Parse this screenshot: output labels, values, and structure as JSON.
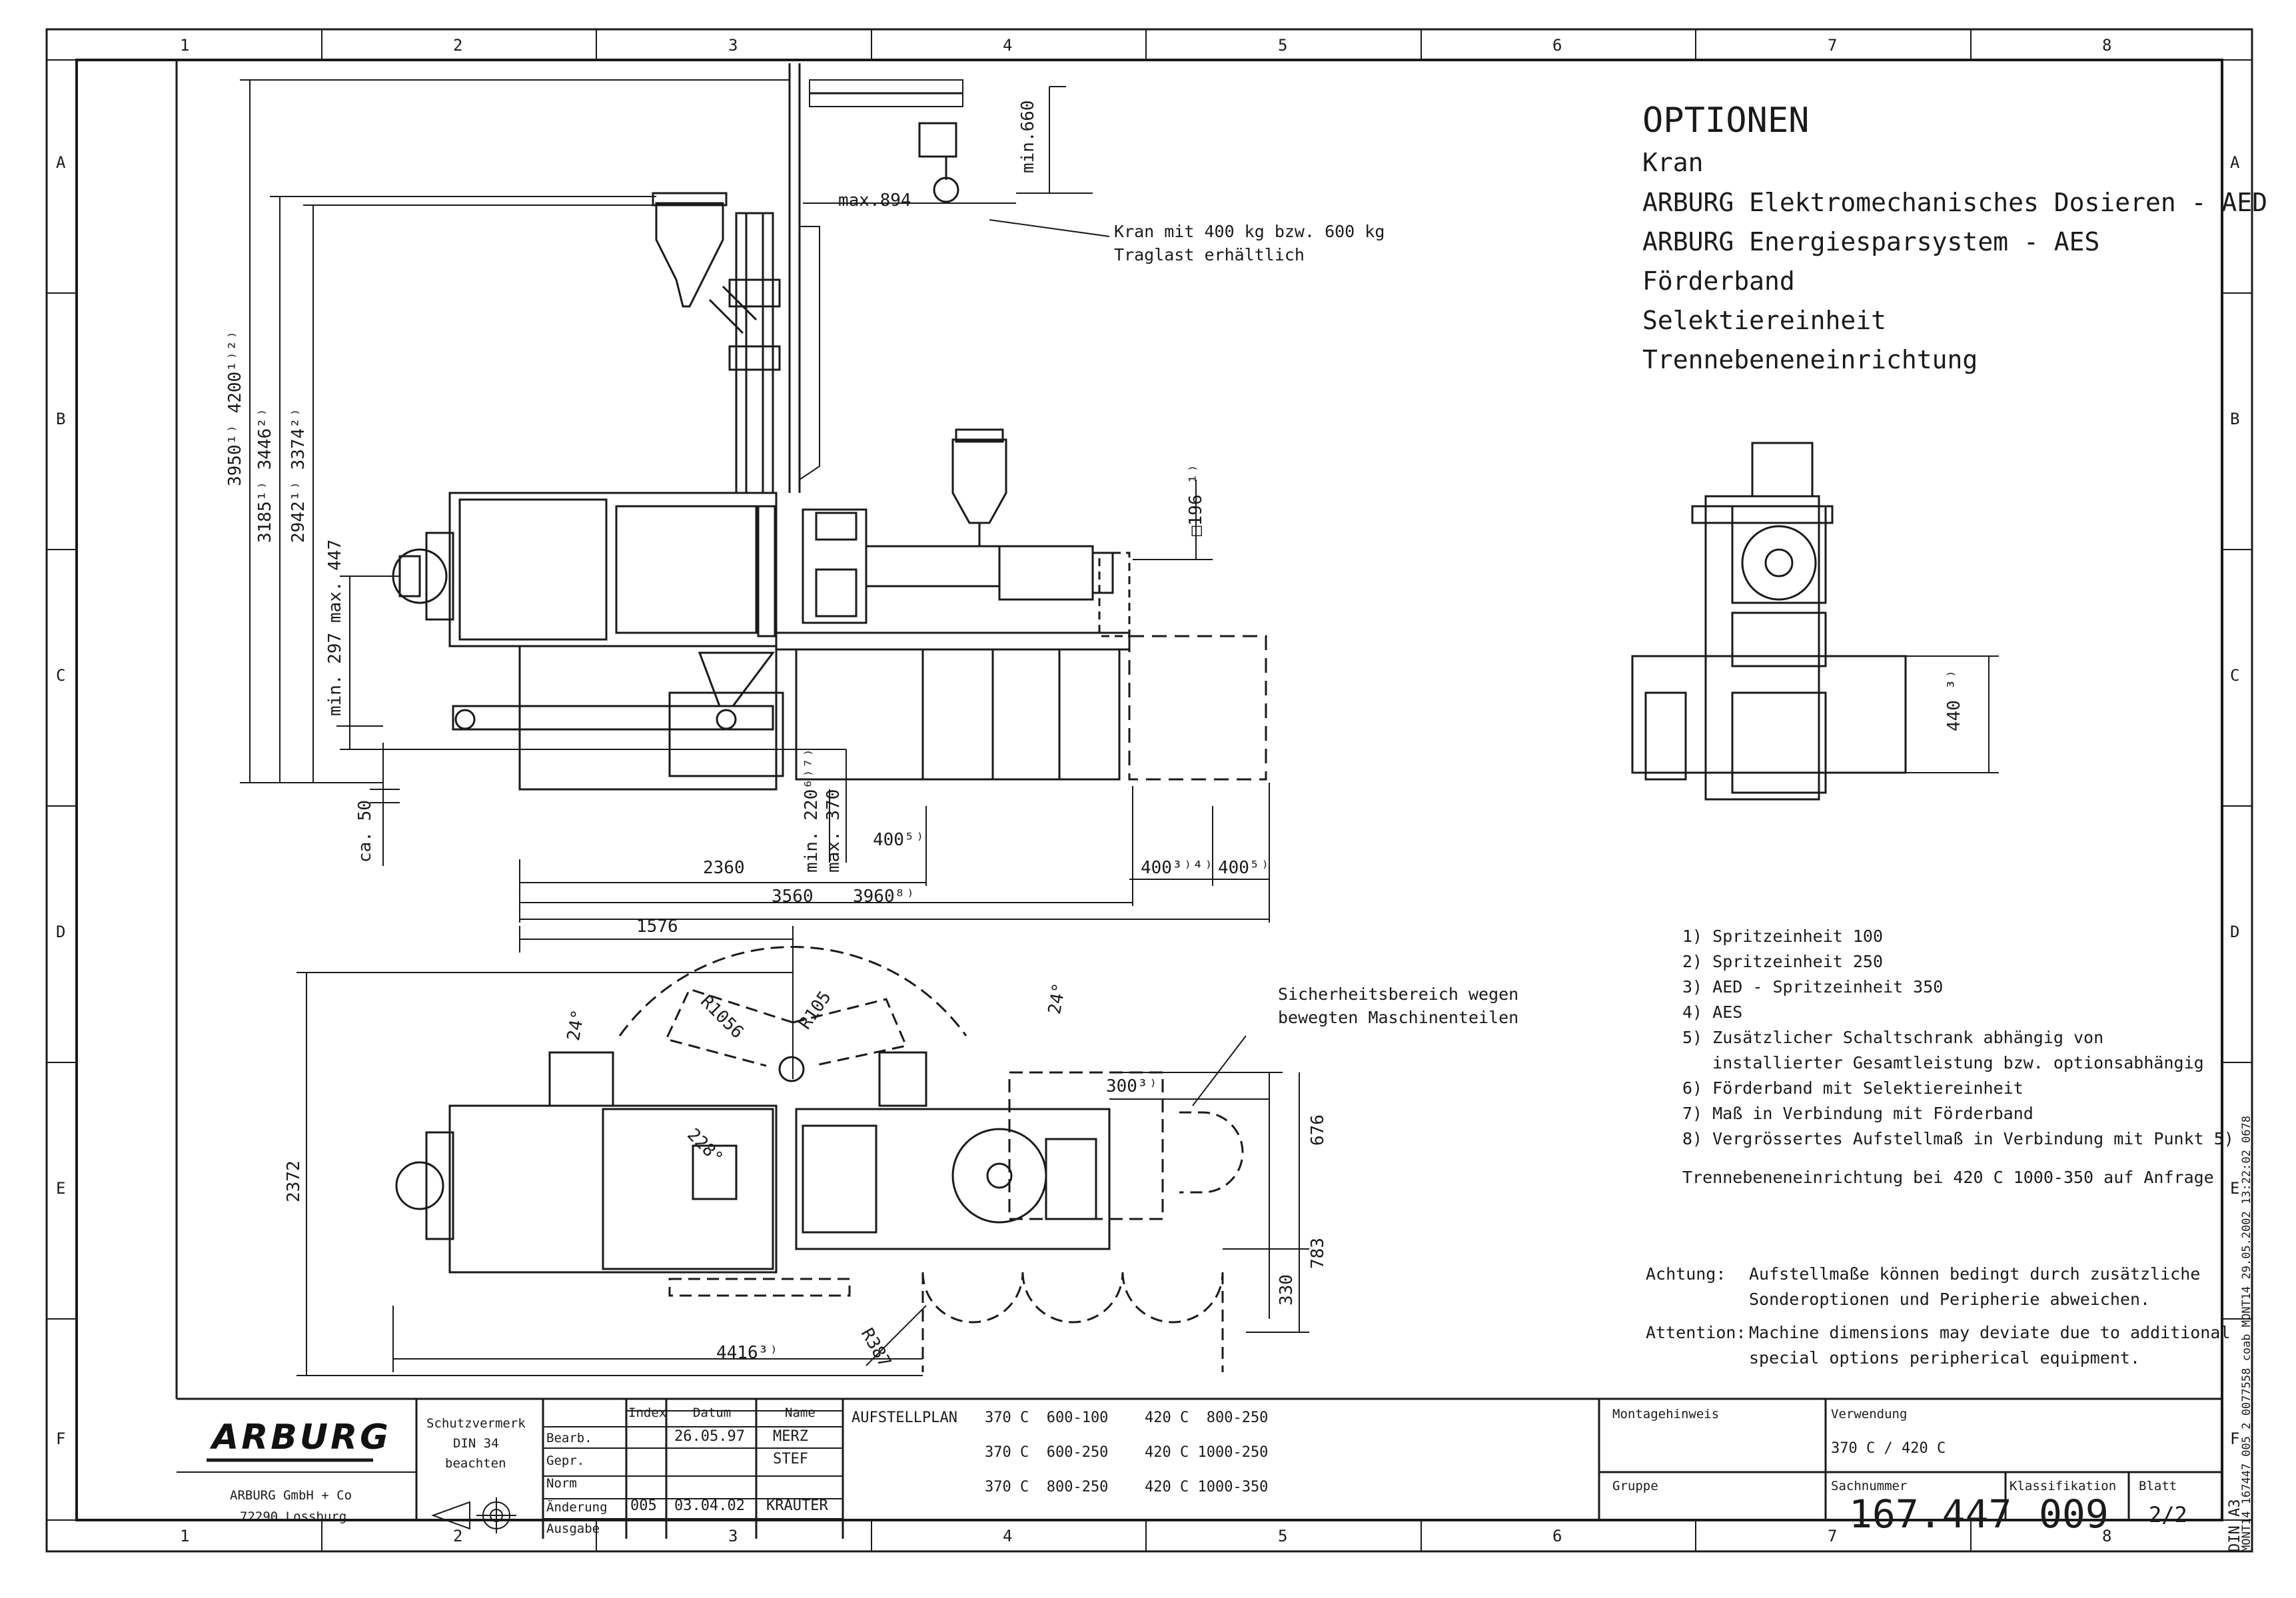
{
  "grid": {
    "columns": [
      "1",
      "2",
      "3",
      "4",
      "5",
      "6",
      "7",
      "8"
    ],
    "rows": [
      "A",
      "B",
      "C",
      "D",
      "E",
      "F"
    ]
  },
  "options": {
    "title": "OPTIONEN",
    "items": [
      "Kran",
      "ARBURG Elektromechanisches Dosieren - AED",
      "ARBURG Energiesparsystem - AES",
      "Förderband",
      "Selektiereinheit",
      "Trennebeneneinrichtung"
    ]
  },
  "callouts": {
    "kran": [
      "Kran mit 400 kg bzw. 600 kg",
      "Traglast erhältlich"
    ],
    "sicherheit": [
      "Sicherheitsbereich wegen",
      "bewegten Maschinenteilen"
    ]
  },
  "footnotes": [
    "1) Spritzeinheit 100",
    "2) Spritzeinheit 250",
    "3) AED  -  Spritzeinheit 350",
    "4) AES",
    "5) Zusätzlicher Schaltschrank abhängig von",
    "   installierter Gesamtleistung bzw. optionsabhängig",
    "6) Förderband mit Selektiereinheit",
    "7) Maß in Verbindung mit Förderband",
    "8) Vergrössertes Aufstellmaß in Verbindung mit Punkt 5)"
  ],
  "trenn_note": "Trennebeneneinrichtung bei 420 C 1000-350 auf Anfrage",
  "warnings": {
    "achtung_label": "Achtung:",
    "achtung_text": [
      "Aufstellmaße können bedingt durch zusätzliche",
      "Sonderoptionen und Peripherie abweichen."
    ],
    "attention_label": "Attention:",
    "attention_text": [
      "Machine dimensions may deviate due to additional",
      "special options peripherical equipment."
    ]
  },
  "dimensions": {
    "side_view": {
      "min660": "min.660",
      "max894": "max.894",
      "d196": "□196 ¹⁾",
      "h3950": "3950¹⁾  4200¹⁾²⁾",
      "h3185": "3185¹⁾  3446²⁾",
      "h2942": "2942¹⁾  3374²⁾",
      "max447": "max. 447",
      "min297": "min. 297",
      "ca50": "ca. 50",
      "min220": "min. 220⁶⁾⁷⁾",
      "max370": "max. 370",
      "w400a": "400⁵⁾",
      "w2360": "2360",
      "w3560": "3560",
      "w3960": "3960⁸⁾",
      "w400b": "400³⁾⁴⁾",
      "w400c": "400⁵⁾"
    },
    "top_view": {
      "w1576": "1576",
      "r1056": "R1056",
      "r105": "R105",
      "a24l": "24°",
      "a24r": "24°",
      "a228": "228°",
      "w300": "300³⁾",
      "h676": "676",
      "h2372": "2372",
      "h783": "783",
      "h330": "330",
      "r387": "R387",
      "w4416": "4416³⁾"
    },
    "end_view": {
      "h440": "440 ³⁾"
    }
  },
  "title_block": {
    "company_name": "ARBURG GmbH + Co",
    "company_city": "72290 Lossburg",
    "schutz": [
      "Schutzvermerk",
      "DIN 34",
      "beachten"
    ],
    "rows": [
      {
        "label": "Bearb.",
        "index": "",
        "date": "26.05.97",
        "name": "MERZ"
      },
      {
        "label": "Gepr.",
        "index": "",
        "date": "",
        "name": "STEF"
      },
      {
        "label": "Norm",
        "index": "",
        "date": "",
        "name": ""
      },
      {
        "label": "Änderung",
        "index": "005",
        "date": "03.04.02",
        "name": "KRAUTER"
      },
      {
        "label": "Ausgabe",
        "index": "",
        "date": "",
        "name": ""
      }
    ],
    "headers": {
      "index": "Index",
      "date": "Datum",
      "name": "Name"
    },
    "plan_title": "AUFSTELLPLAN",
    "plan_lines": [
      [
        "370 C  600-100",
        "420 C  800-250"
      ],
      [
        "370 C  600-250",
        "420 C 1000-250"
      ],
      [
        "370 C  800-250",
        "420 C 1000-350"
      ]
    ],
    "montage": "Montagehinweis",
    "gruppe": "Gruppe",
    "verwendung_label": "Verwendung",
    "verwendung": "370 C / 420 C",
    "sachnummer_label": "Sachnummer",
    "sachnummer": "167.447",
    "klass_label": "Klassifikation",
    "klass": "009",
    "blatt_label": "Blatt",
    "blatt": "2/2",
    "format": "DIN A3",
    "file_ref": "MONT14_167447_005_2_0077558 coab MONT14 29.05.2002 13:22:02 0678"
  }
}
